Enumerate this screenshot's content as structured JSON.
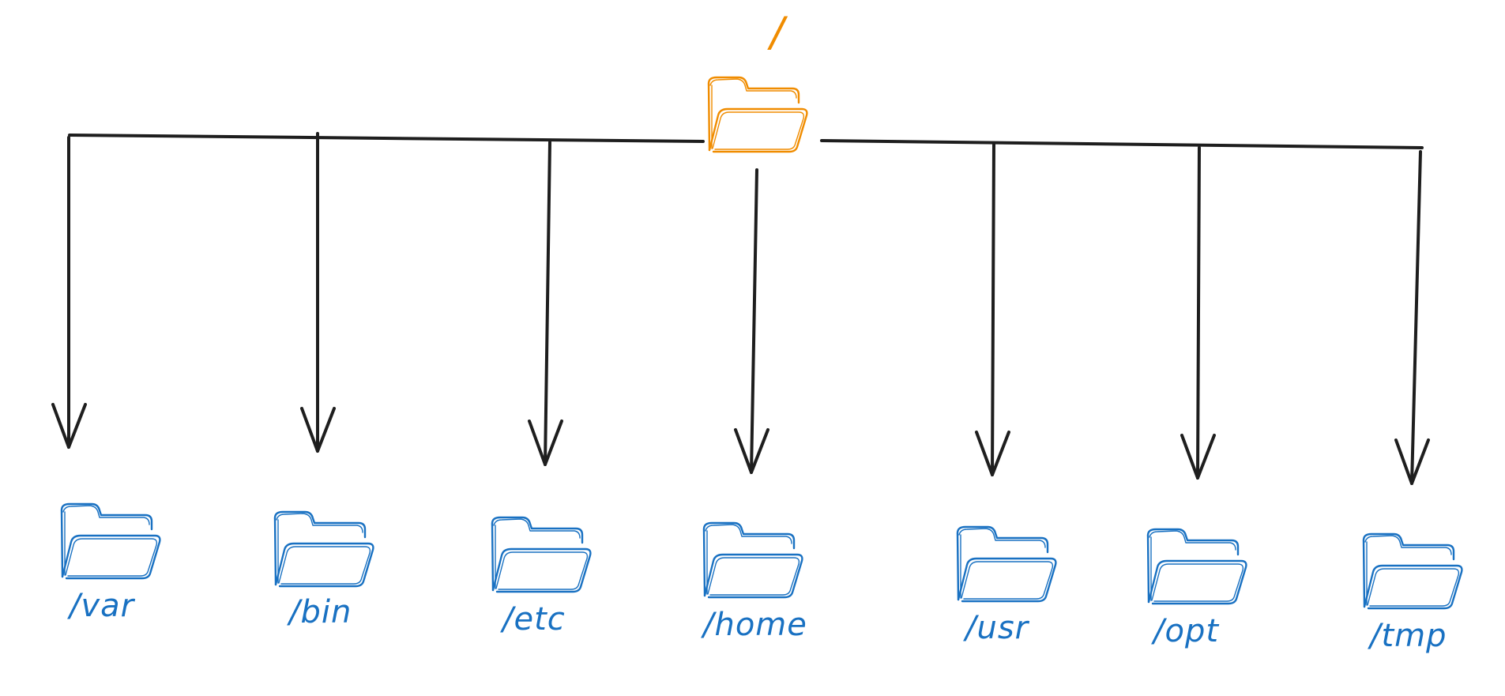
{
  "root": {
    "label": "/",
    "icon": "folder-icon",
    "color": "#f08c00"
  },
  "children": [
    {
      "label": "/var",
      "icon": "folder-icon"
    },
    {
      "label": "/bin",
      "icon": "folder-icon"
    },
    {
      "label": "/etc",
      "icon": "folder-icon"
    },
    {
      "label": "/home",
      "icon": "folder-icon"
    },
    {
      "label": "/usr",
      "icon": "folder-icon"
    },
    {
      "label": "/opt",
      "icon": "folder-icon"
    },
    {
      "label": "/tmp",
      "icon": "folder-icon"
    }
  ],
  "colors": {
    "child": "#1971c2",
    "line": "#1e1e1e",
    "background": "#ffffff"
  }
}
